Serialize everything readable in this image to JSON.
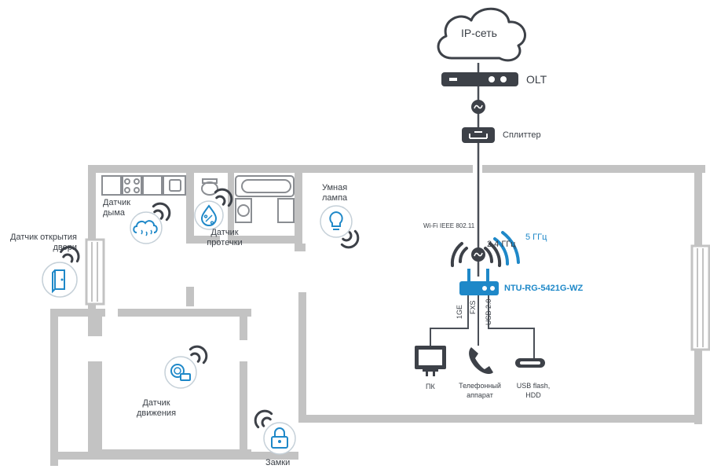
{
  "network": {
    "cloud_label": "IP-сеть",
    "olt_label": "OLT",
    "splitter_label": "Сплиттер",
    "wifi_standard": "Wi-Fi IEEE 802.11",
    "band_24": "2.4 ГГц",
    "band_5": "5 ГГц",
    "router_model": "NTU-RG-5421G-WZ",
    "ports": [
      "1GE",
      "FXS",
      "USB 2.0"
    ]
  },
  "devices": {
    "pc": "ПК",
    "phone_line1": "Телефонный",
    "phone_line2": "аппарат",
    "usb_line1": "USB flash,",
    "usb_line2": "HDD"
  },
  "sensors": {
    "smoke_line1": "Датчик",
    "smoke_line2": "дыма",
    "leak_line1": "Датчик",
    "leak_line2": "протечки",
    "lamp_line1": "Умная",
    "lamp_line2": "лампа",
    "door_line1": "Датчик открытия",
    "door_line2": "двери",
    "motion_line1": "Датчик",
    "motion_line2": "движения",
    "lock": "Замки"
  },
  "colors": {
    "wall": "#c3c3c3",
    "line": "#4a4f57",
    "accent": "#1e88c8",
    "dark": "#3d4148"
  },
  "icons": [
    "cloud-icon",
    "olt-icon",
    "splitter-icon",
    "router-icon",
    "pc-icon",
    "phone-icon",
    "usb-drive-icon",
    "smoke-sensor-icon",
    "leak-sensor-icon",
    "smart-lamp-icon",
    "door-sensor-icon",
    "motion-sensor-icon",
    "lock-icon",
    "wifi-signal-icon"
  ]
}
